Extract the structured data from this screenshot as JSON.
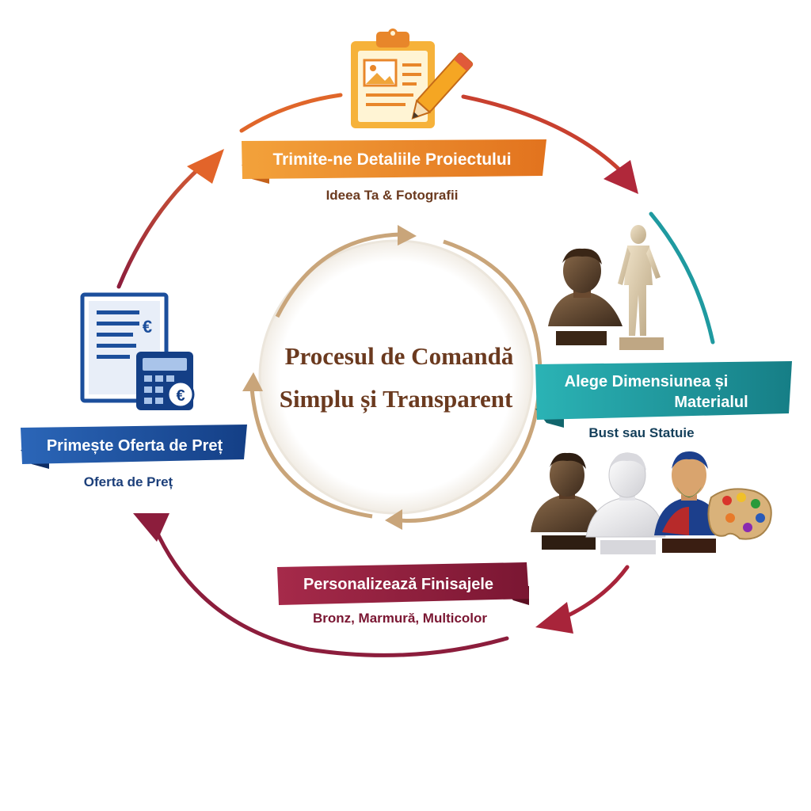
{
  "center": {
    "line1": "Procesul de Comandă",
    "line2": "Simplu și Transparent"
  },
  "steps": [
    {
      "label": "Trimite-ne Detaliile Proiectului",
      "sublabel": "Ideea Ta & Fotografii",
      "color": "#e8862a",
      "icon": "clipboard-pencil-icon"
    },
    {
      "label_line1": "Alege Dimensiunea și",
      "label_line2": "Materialul",
      "sublabel": "Bust sau Statuie",
      "color": "#1f9aa0",
      "icon": "bust-and-statue-icon"
    },
    {
      "label": "Personalizează Finisajele",
      "sublabel": "Bronz, Marmură, Multicolor",
      "color": "#8c1d3c",
      "icon": "three-busts-palette-icon"
    },
    {
      "label": "Primește Oferta de Preț",
      "sublabel": "Oferta de Preț",
      "color": "#1c4f9c",
      "icon": "invoice-calculator-icon"
    }
  ],
  "colors": {
    "title": "#6b3a1f",
    "inner_arrows": "#c9a57a",
    "orange": "#e8862a",
    "teal": "#1f9aa0",
    "crimson": "#8c1d3c",
    "blue": "#1c4f9c"
  }
}
